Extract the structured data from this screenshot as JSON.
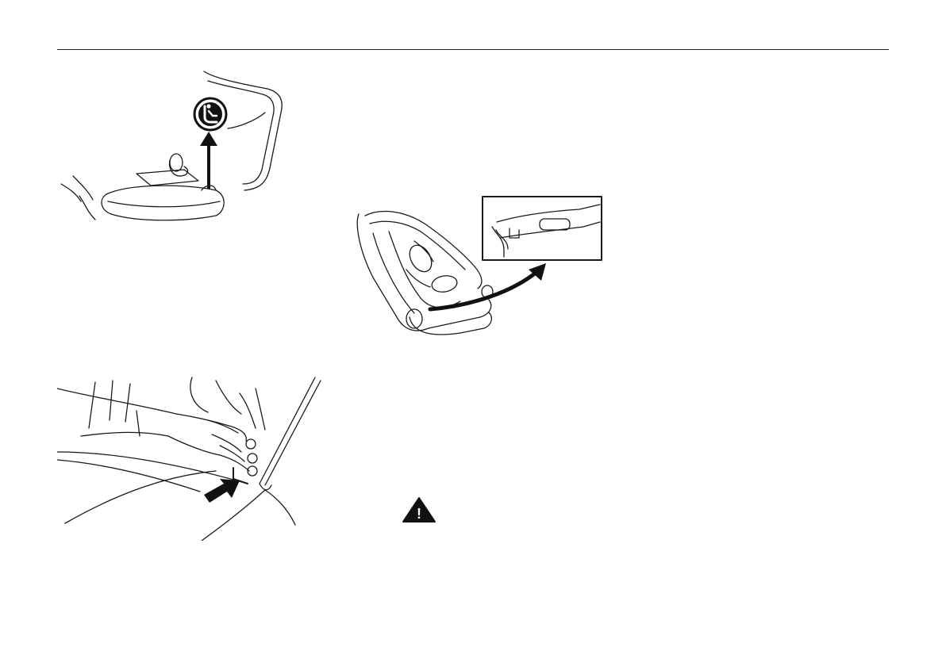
{
  "page": {
    "background": "#ffffff",
    "rule_color": "#222222"
  },
  "illustrations": [
    {
      "id": "isofix-marker",
      "icon": "child-seat-isofix-symbol"
    },
    {
      "id": "connector-detail",
      "icon": "isofix-connector-inset"
    },
    {
      "id": "hand-push",
      "icon": "hand-pressing-connector"
    }
  ],
  "warning": {
    "icon": "warning-triangle-icon",
    "glyph": "!",
    "color": "#111111"
  }
}
